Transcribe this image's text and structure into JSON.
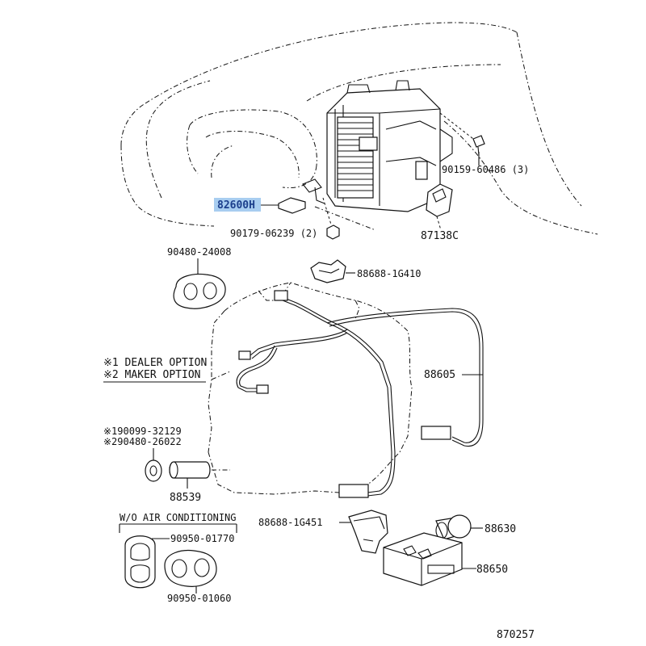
{
  "diagram": {
    "labels": {
      "highlight_part": "82600H",
      "bolt_top": "90159-60486 (3)",
      "nut_clip": "90179-06239 (2)",
      "resistor": "87138C",
      "grommet_top": "90480-24008",
      "bracket_top": "88688-1G410",
      "dealer_option": "※1 DEALER OPTION",
      "maker_option": "※2 MAKER OPTION",
      "harness": "88605",
      "ref_line1": "※190099-32129",
      "ref_line2": "※290480-26022",
      "tube": "88539",
      "wo_ac": "W/O AIR CONDITIONING",
      "plug_a": "90950-01770",
      "plug_b": "90950-01060",
      "bracket_bottom": "88688-1G451",
      "relay": "88630",
      "amplifier": "88650",
      "diagram_number": "870257"
    },
    "colors": {
      "highlight_bg": "#a8cdf0",
      "highlight_text": "#1c3f8c",
      "line": "#111111"
    }
  }
}
